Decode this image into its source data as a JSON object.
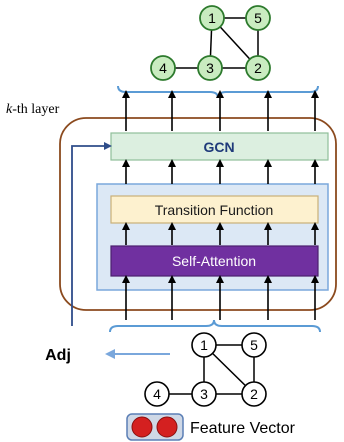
{
  "layer_label": {
    "prefix": "k",
    "suffix": "-th layer"
  },
  "blocks": {
    "gcn": "GCN",
    "transition": "Transition Function",
    "attention": "Self-Attention"
  },
  "adj_label": "Adj",
  "feature_label": "Feature Vector",
  "graph_top": {
    "nodes": [
      "1",
      "5",
      "4",
      "3",
      "2"
    ]
  },
  "graph_bottom": {
    "nodes": [
      "1",
      "5",
      "4",
      "3",
      "2"
    ]
  },
  "colors": {
    "green_node": "#c9ecc0",
    "node_stroke": "#2d7a2d",
    "gcn_fill": "#dcefe0",
    "transition_fill": "#fdf1cf",
    "attention_fill": "#7030a0",
    "inner_panel": "#dce8f5",
    "layer_border": "#8b4a1e",
    "brace": "#5b9bd5",
    "adj_arrow": "#7aa7dc",
    "feedback": "#2f4d8a",
    "feature_dot": "#d42020"
  }
}
